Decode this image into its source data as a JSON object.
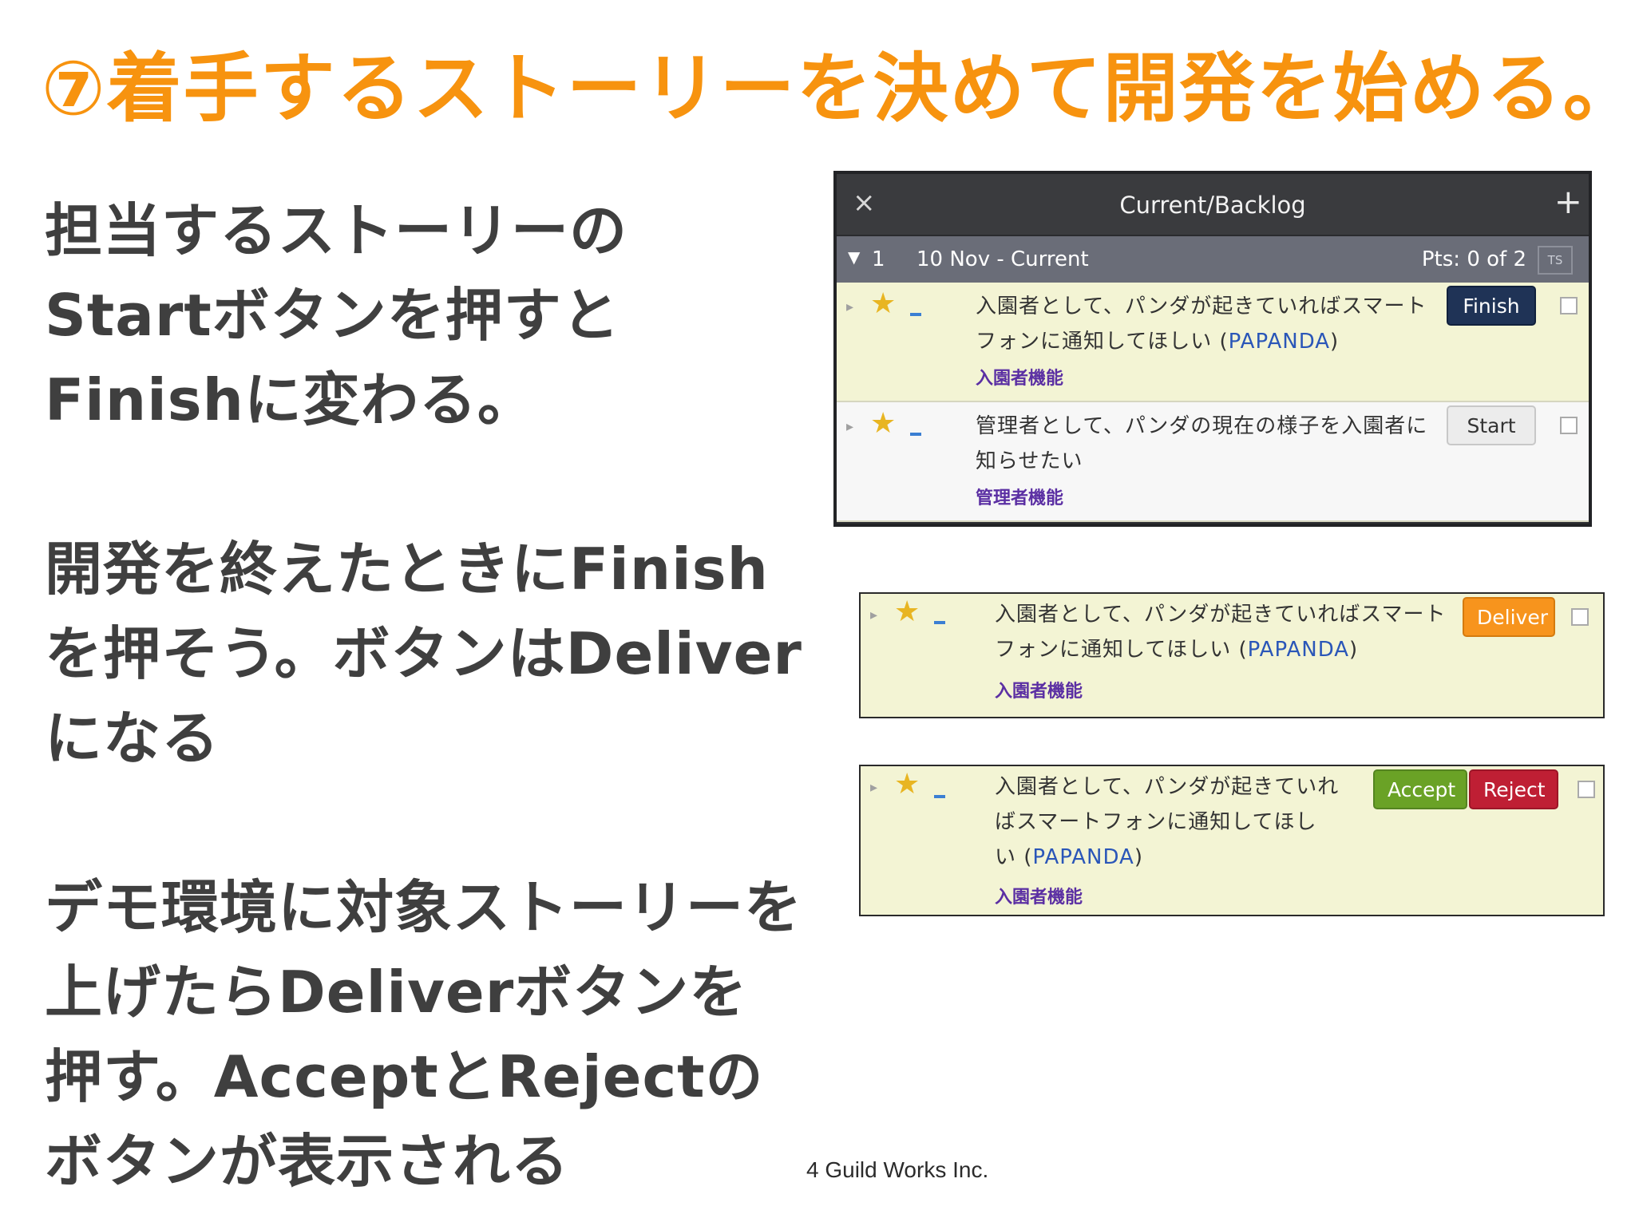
{
  "slide": {
    "title": "⑦着手するストーリーを決めて開発を始める。",
    "paragraph1": [
      "担当するストーリーの",
      "Startボタンを押すと",
      "Finishに変わる。"
    ],
    "paragraph2": [
      "開発を終えたときにFinish",
      "を押そう。ボタンはDeliver",
      "になる"
    ],
    "paragraph3": [
      "デモ環境に対象ストーリーを",
      "上げたらDeliverボタンを",
      "押す。AcceptとRejectの",
      "ボタンが表示される"
    ],
    "footer": "4 Guild Works Inc."
  },
  "panel": {
    "close_icon": "×",
    "title": "Current/Backlog",
    "add_icon": "+",
    "iteration": {
      "caret": "▼",
      "number": "1",
      "name": "10 Nov - Current",
      "points": "Pts: 0 of 2",
      "ts": "TS"
    },
    "stories": [
      {
        "text_line1": "入園者として、パンダが起きていればスマート",
        "text_line2": "フォンに通知してほしい (",
        "project": "PAPANDA",
        "close_paren": ")",
        "label": "入園者機能",
        "button": "Finish"
      },
      {
        "text_line1": "管理者として、パンダの現在の様子を入園者に",
        "text_line2": "知らせたい",
        "label": "管理者機能",
        "button": "Start"
      }
    ]
  },
  "deliver_card": {
    "text_line1": "入園者として、パンダが起きていればスマート",
    "text_line2": "フォンに通知してほしい (",
    "project": "PAPANDA",
    "close_paren": ")",
    "label": "入園者機能",
    "button": "Deliver"
  },
  "accept_card": {
    "text_line1": "入園者として、パンダが起きていれ",
    "text_line2": "ばスマートフォンに通知してほし",
    "text_line3": "い (",
    "project": "PAPANDA",
    "close_paren": ")",
    "label": "入園者機能",
    "accept_button": "Accept",
    "reject_button": "Reject"
  },
  "icons": {
    "expander": "▸",
    "star": "★"
  },
  "colors": {
    "title": "#f7930f",
    "story_yellow": "#f3f4d4",
    "finish": "#1f3356",
    "deliver": "#f7941d",
    "accept": "#6aa226",
    "reject": "#bf1f34",
    "project_link": "#2a56b8",
    "label": "#5b2fa3"
  }
}
